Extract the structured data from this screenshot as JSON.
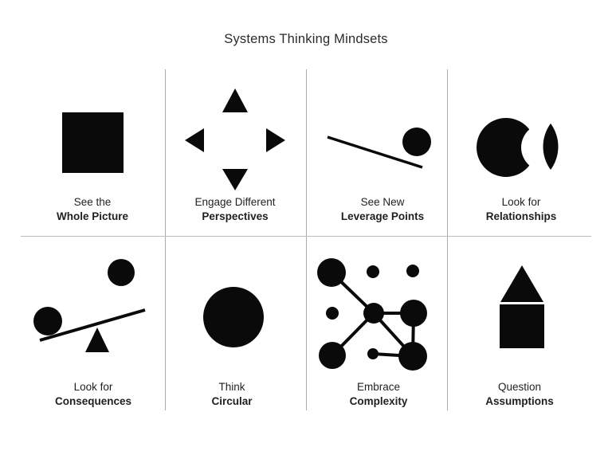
{
  "title": "Systems Thinking Mindsets",
  "cells": [
    {
      "id": "whole-picture",
      "line1": "See the",
      "line2": "Whole Picture",
      "icon": "square-icon"
    },
    {
      "id": "perspectives",
      "line1": "Engage Different",
      "line2": "Perspectives",
      "icon": "arrows-outward-icon"
    },
    {
      "id": "leverage-points",
      "line1": "See New",
      "line2": "Leverage Points",
      "icon": "lever-ball-icon"
    },
    {
      "id": "relationships",
      "line1": "Look for",
      "line2": "Relationships",
      "icon": "crescent-lens-icon"
    },
    {
      "id": "consequences",
      "line1": "Look for",
      "line2": "Consequences",
      "icon": "seesaw-icon"
    },
    {
      "id": "circular",
      "line1": "Think",
      "line2": "Circular",
      "icon": "circle-icon"
    },
    {
      "id": "complexity",
      "line1": "Embrace",
      "line2": "Complexity",
      "icon": "network-nodes-icon"
    },
    {
      "id": "assumptions",
      "line1": "Question",
      "line2": "Assumptions",
      "icon": "triangle-on-square-icon"
    }
  ],
  "colors": {
    "background": "#ffffff",
    "shape": "#0a0a0a",
    "divider": "#ababab",
    "text": "#1f1f1f",
    "title": "#2b2b2b"
  }
}
